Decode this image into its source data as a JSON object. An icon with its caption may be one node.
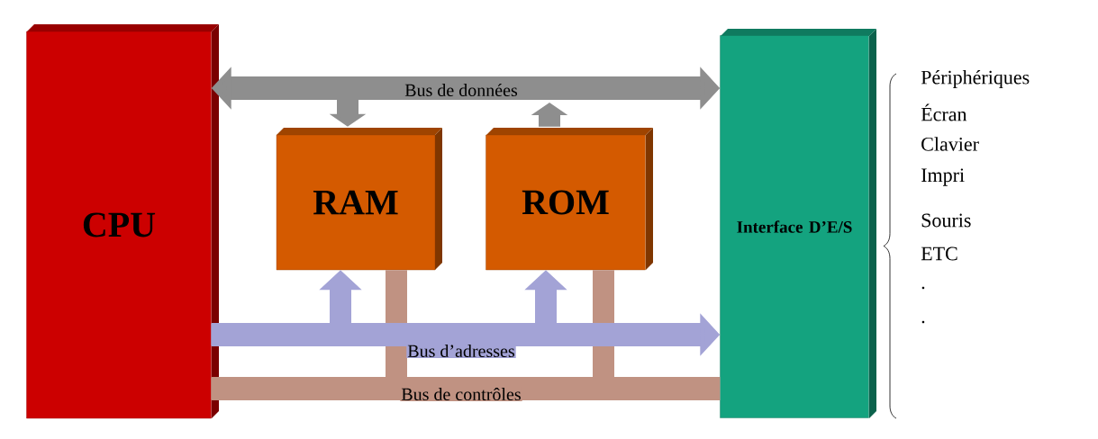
{
  "diagram": {
    "nodes": [
      {
        "text": [
          "CPU"
        ]
      },
      {
        "text": [
          "RAM"
        ]
      },
      {
        "text": [
          "ROM"
        ]
      },
      {
        "text": [
          "Interface D’E/S"
        ]
      }
    ],
    "edges": [
      {
        "from": 0,
        "to": 3,
        "arrow": "none",
        "label": "Bus de contrôles",
        "color": "#c09282"
      },
      {
        "from": 1,
        "to": 0,
        "arrow": "none",
        "color": "#c09282"
      },
      {
        "from": 2,
        "to": 0,
        "arrow": "none",
        "color": "#c09282"
      },
      {
        "from": 0,
        "to": 3,
        "arrow": "to",
        "label": "Bus d’adresses",
        "color": "#a3a3d6"
      },
      {
        "from": 0,
        "to": 1,
        "arrow": "to",
        "color": "#a3a3d6"
      },
      {
        "from": 0,
        "to": 2,
        "arrow": "to",
        "color": "#a3a3d6"
      },
      {
        "from": 0,
        "to": 3,
        "arrow": "both",
        "label": "Bus de données",
        "color": "#8e8e8e"
      },
      {
        "from": null,
        "to": 1,
        "arrow": "to",
        "color": "#8e8e8e"
      },
      {
        "from": 2,
        "to": null,
        "arrow": "to",
        "color": "#8e8e8e"
      }
    ],
    "labels": [
      "Périphériques",
      "Écran",
      "Clavier",
      "Impri",
      "Souris",
      "ETC",
      ".",
      "."
    ]
  }
}
